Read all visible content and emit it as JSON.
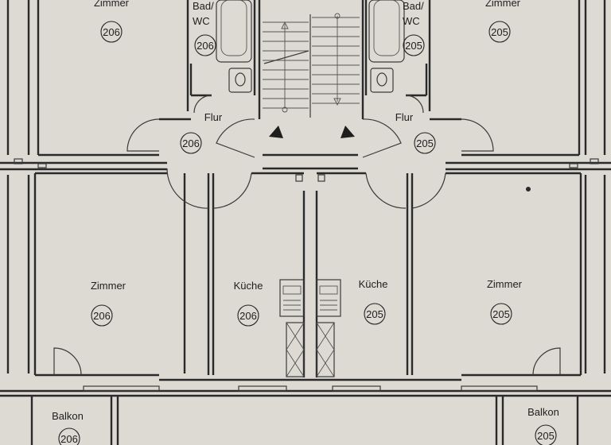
{
  "rooms": [
    {
      "label": "Zimmer",
      "number": "206"
    },
    {
      "label": "Bad/",
      "label2": "WC",
      "number": "206"
    },
    {
      "label": "Bad/",
      "label2": "WC",
      "number": "205"
    },
    {
      "label": "Zimmer",
      "number": "205"
    },
    {
      "label": "Flur",
      "number": "206"
    },
    {
      "label": "Flur",
      "number": "205"
    },
    {
      "label": "Zimmer",
      "number": "206"
    },
    {
      "label": "Küche",
      "number": "206"
    },
    {
      "label": "Küche",
      "number": "205"
    },
    {
      "label": "Zimmer",
      "number": "205"
    },
    {
      "label": "Balkon",
      "number": "206"
    },
    {
      "label": "Balkon",
      "number": "205"
    }
  ]
}
